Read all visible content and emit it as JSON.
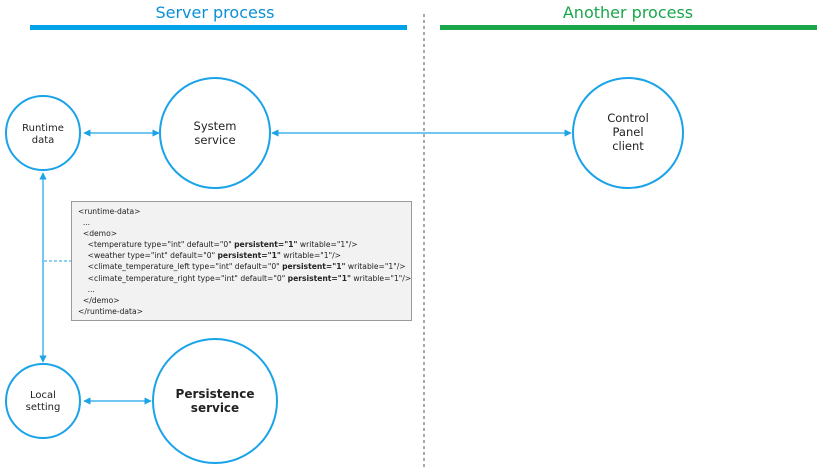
{
  "headers": {
    "server": "Server process",
    "another": "Another process"
  },
  "colors": {
    "server_bar": "#00a2e8",
    "another_bar": "#1aa64a",
    "server_text": "#0b8fd6",
    "another_text": "#1aa64a",
    "node_stroke": "#1aa3e8",
    "arrow": "#1aa3e8",
    "divider": "#555555"
  },
  "nodes": {
    "runtime_data": {
      "line1": "Runtime",
      "line2": "data"
    },
    "system_service": {
      "line1": "System",
      "line2": "service"
    },
    "control_panel": {
      "line1": "Control",
      "line2": "Panel",
      "line3": "client"
    },
    "local_setting": {
      "line1": "Local",
      "line2": "setting"
    },
    "persistence_service": {
      "line1": "Persistence",
      "line2": "service"
    }
  },
  "code": {
    "l1": "<runtime-data>",
    "l2": "  ...",
    "l3": "  <demo>",
    "l4a": "    <temperature type=\"int\" default=\"0\" ",
    "l4b": "persistent=\"1\"",
    "l4c": " writable=\"1\"/>",
    "l5a": "    <weather type=\"int\" default=\"0\" ",
    "l5b": "persistent=\"1\"",
    "l5c": " writable=\"1\"/>",
    "l6a": "    <climate_temperature_left type=\"int\" default=\"0\" ",
    "l6b": "persistent=\"1\"",
    "l6c": " writable=\"1\"/>",
    "l7a": "    <climate_temperature_right type=\"int\" default=\"0\" ",
    "l7b": "persistent=\"1\"",
    "l7c": " writable=\"1\"/>",
    "l8": "    ...",
    "l9": "  </demo>",
    "l10": "</runtime-data>"
  }
}
